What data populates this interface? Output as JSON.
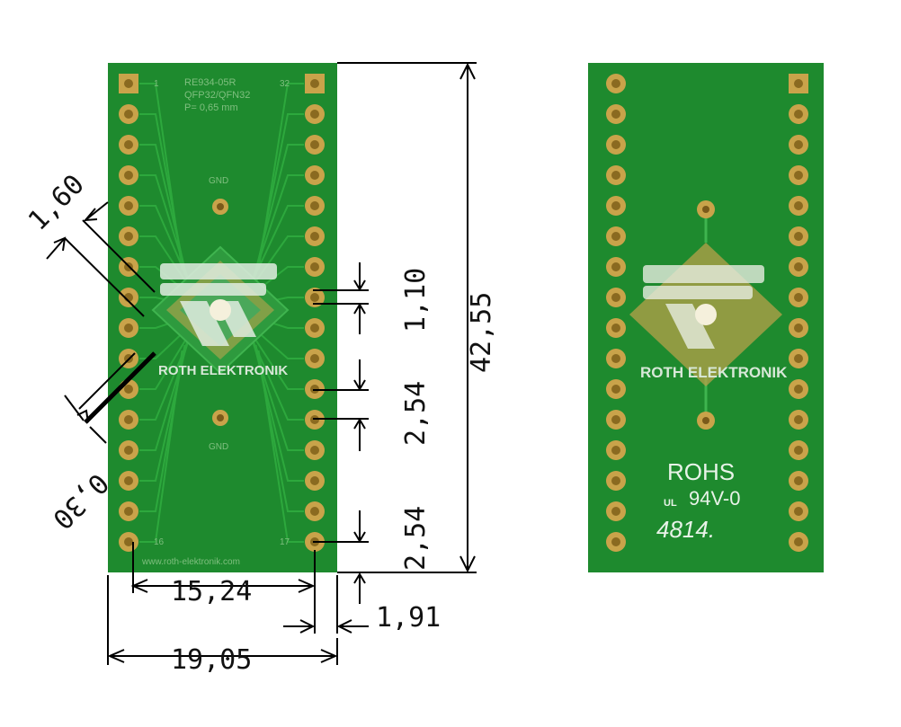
{
  "colors": {
    "board": "#1e8a2e",
    "board_dark": "#167024",
    "pad": "#c9a34a",
    "pad_hole": "#8a6a20",
    "trace": "#2da83d",
    "silk": "#9fd09f",
    "dim_line": "#000000"
  },
  "front_board": {
    "label_line1": "RE934-05R",
    "label_line2": "QFP32/QFN32",
    "label_line3": "P= 0,65 mm",
    "pin1": "1",
    "pin32": "32",
    "pin16": "16",
    "pin17": "17",
    "gnd_top": "GND",
    "gnd_bottom": "GND",
    "logo_text": "ROTH ELEKTRONIK",
    "website": "www.roth-elektronik.com"
  },
  "back_board": {
    "logo_text": "ROTH ELEKTRONIK",
    "rohs": "ROHS",
    "ul_rating": "94V-0",
    "date_code": "4814."
  },
  "dimensions": {
    "pad_width": "1,60",
    "pad_gap": "0,30",
    "pitch_small": "1,10",
    "pitch_a": "2,54",
    "pitch_b": "2,54",
    "height": "42,55",
    "row_spacing": "15,24",
    "edge_offset": "1,91",
    "width": "19,05"
  },
  "pins_per_row": 16
}
